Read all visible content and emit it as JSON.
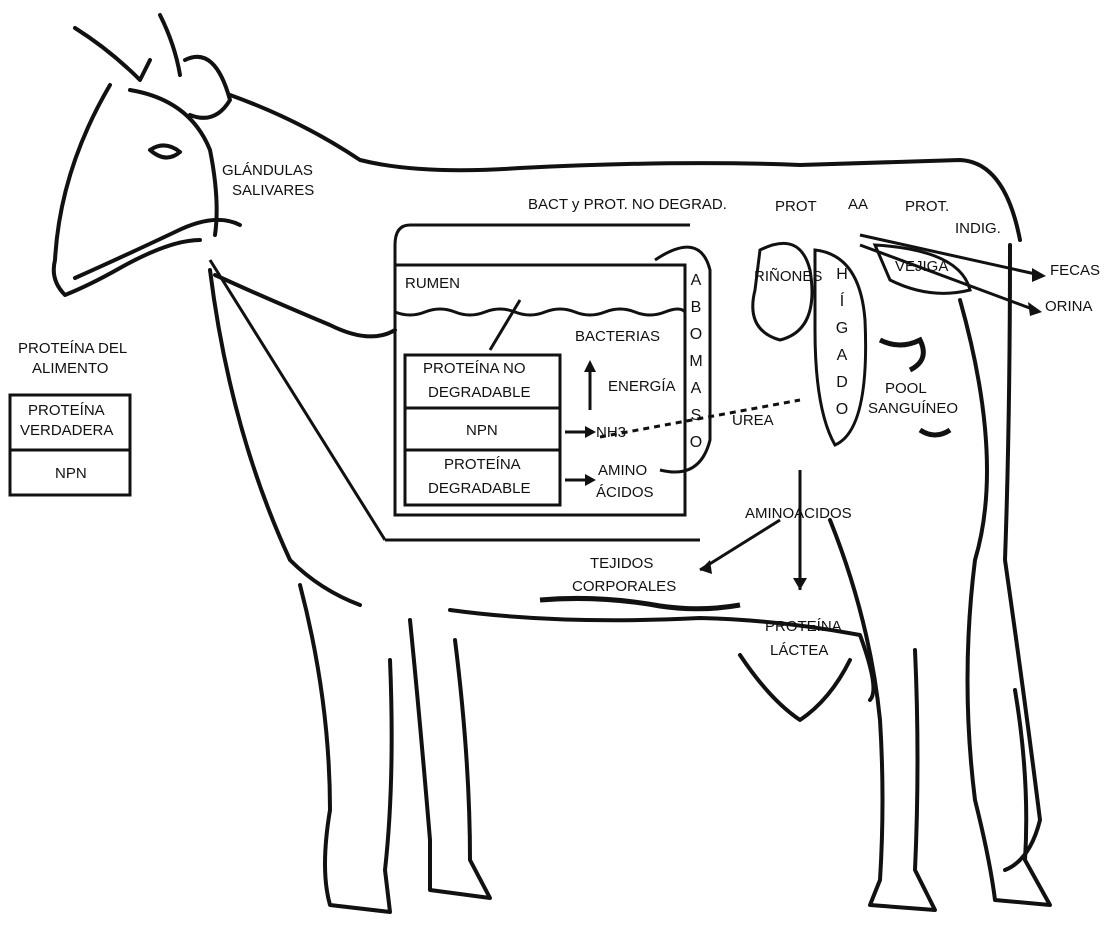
{
  "diagram": {
    "labels": {
      "glandulas": "GLÁNDULAS",
      "salivares": "SALIVARES",
      "proteina_del": "PROTEÍNA DEL",
      "alimento": "ALIMENTO",
      "proteina": "PROTEÍNA",
      "verdadera": "VERDADERA",
      "npn_left": "NPN",
      "rumen": "RUMEN",
      "bacterias": "BACTERIAS",
      "prot_no": "PROTEÍNA  NO",
      "degradable1": "DEGRADABLE",
      "npn_box": "NPN",
      "prot2": "PROTEÍNA",
      "degradable2": "DEGRADABLE",
      "energia": "ENERGÍA",
      "nh3": "NH3",
      "amino": "AMINO",
      "acidos": "ÁCIDOS",
      "bact_prot": "BACT y PROT. NO DEGRAD.",
      "prot_top": "PROT",
      "aa": "AA",
      "prot_dot": "PROT.",
      "indig": "INDIG.",
      "rinones": "RIÑONES",
      "vejiga": "VEJIGA",
      "fecas": "FECAS",
      "orina": "ORINA",
      "pool": "POOL",
      "sanguineo": "SANGUÍNEO",
      "urea": "UREA",
      "aminoacidos": "AMINOÁCIDOS",
      "tejidos": "TEJIDOS",
      "corporales": "CORPORALES",
      "proteina_lac": "PROTEÍNA",
      "lactea": "LÁCTEA"
    },
    "abomaso_letters": [
      "A",
      "B",
      "O",
      "M",
      "A",
      "S",
      "O"
    ],
    "higado_letters": [
      "H",
      "Í",
      "G",
      "A",
      "D",
      "O"
    ]
  }
}
